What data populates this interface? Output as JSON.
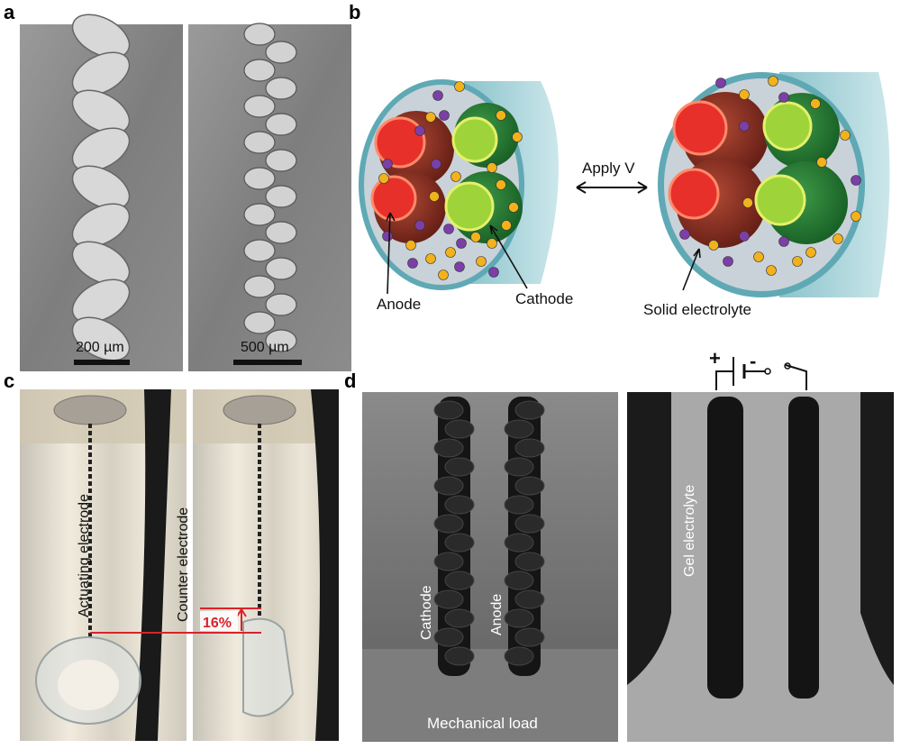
{
  "panels": {
    "a": {
      "label": "a",
      "scalebar_left": "200 µm",
      "scalebar_right": "500 µm"
    },
    "b": {
      "label": "b",
      "apply_v": "Apply V",
      "anode": "Anode",
      "cathode": "Cathode",
      "solid_electrolyte": "Solid electrolyte"
    },
    "c": {
      "label": "c",
      "actuating_electrode": "Actuating electrode",
      "counter_electrode": "Counter electrode",
      "strain": "16%"
    },
    "d": {
      "label": "d",
      "cathode": "Cathode",
      "anode": "Anode",
      "gel_electrolyte": "Gel electrolyte",
      "mechanical_load": "Mechanical load",
      "plus": "+",
      "minus": "-"
    }
  },
  "colors": {
    "anode_red": "#e8302a",
    "cathode_green": "#9ed43a",
    "electrolyte_gray": "#c9d2d8",
    "positive_ion": "#f2b21c",
    "negative_ion": "#7b3fa6",
    "annotation_red": "#d9232a"
  }
}
